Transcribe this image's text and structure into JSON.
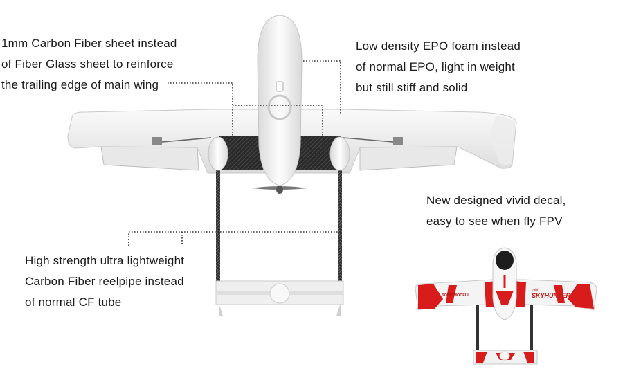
{
  "callouts": {
    "carbon_sheet": {
      "lines": [
        "1mm Carbon Fiber sheet instead",
        "of Fiber Glass sheet to reinforce",
        "the trailing edge of main wing"
      ]
    },
    "epo_foam": {
      "lines": [
        "Low density EPO foam instead",
        "of normal EPO, light in weight",
        "but still stiff and solid"
      ]
    },
    "decal": {
      "lines": [
        "New designed vivid decal,",
        "easy to see when fly FPV"
      ]
    },
    "reelpipe": {
      "lines": [
        "High strength ultra lightweight",
        "Carbon Fiber reelpipe instead",
        "of normal CF tube"
      ]
    }
  },
  "decal_text": {
    "brand": "SONICMODELL",
    "model_small": "mini",
    "model": "SKYHUNTER"
  },
  "colors": {
    "airframe": "#f4f4f4",
    "carbon": "#2b2b2b",
    "decal_red": "#d81b1b",
    "leader_line": "#333333"
  }
}
